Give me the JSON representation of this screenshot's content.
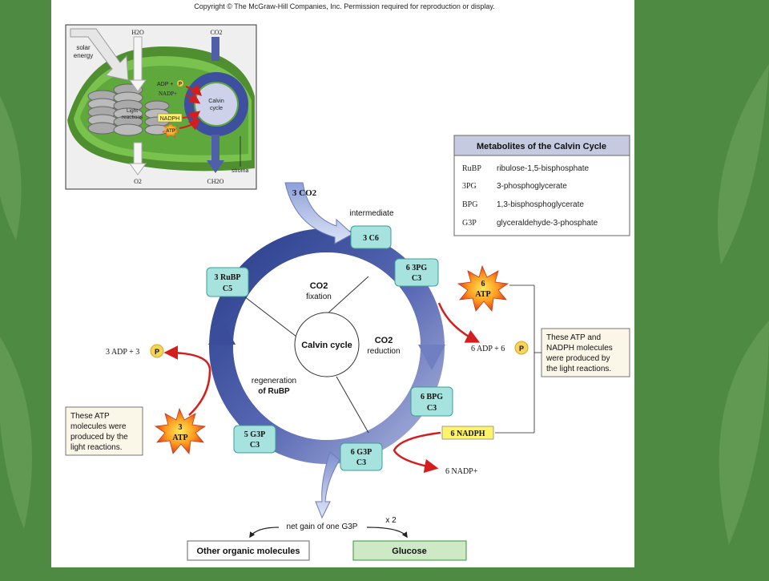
{
  "copyright": "Copyright © The McGraw-Hill Companies, Inc. Permission required for reproduction or display.",
  "inset": {
    "solar_energy": [
      "solar",
      "energy"
    ],
    "h2o": "H2O",
    "co2": "CO2",
    "adp_p": "ADP +",
    "p": "P",
    "nadp": "NADP+",
    "light_reactions": [
      "Light",
      "reactions"
    ],
    "nadph": "NADPH",
    "atp": "ATP",
    "calvin_cycle": [
      "Calvin",
      "cycle"
    ],
    "stroma": "stroma",
    "o2": "O2",
    "ch2o": "CH2O"
  },
  "metabolites": {
    "title": "Metabolites of the Calvin Cycle",
    "rows": [
      {
        "abbr": "RuBP",
        "name": "ribulose-1,5-bisphosphate"
      },
      {
        "abbr": "3PG",
        "name": "3-phosphoglycerate"
      },
      {
        "abbr": "BPG",
        "name": "1,3-bisphosphoglycerate"
      },
      {
        "abbr": "G3P",
        "name": "glyceraldehyde-3-phosphate"
      }
    ]
  },
  "cycle": {
    "co2_input": "3 CO2",
    "intermediate": "intermediate",
    "center": "Calvin cycle",
    "fixation": [
      "CO2",
      "fixation"
    ],
    "reduction": [
      "CO2",
      "reduction"
    ],
    "regeneration": [
      "regeneration",
      "of RuBP"
    ],
    "boxes": {
      "c6": [
        "3 C6"
      ],
      "pg": [
        "6 3PG",
        "C3"
      ],
      "bpg": [
        "6 BPG",
        "C3"
      ],
      "g3p6": [
        "6 G3P",
        "C3"
      ],
      "g3p5": [
        "5 G3P",
        "C3"
      ],
      "rubp": [
        "3 RuBP",
        "C5"
      ]
    },
    "atp_right": [
      "6",
      "ATP"
    ],
    "atp_left": [
      "3",
      "ATP"
    ],
    "adp_right": "6 ADP + 6",
    "adp_left": "3 ADP + 3",
    "p": "P",
    "nadph": "6 NADPH",
    "nadp": "6 NADP+",
    "note_right": [
      "These ATP and",
      "NADPH molecules",
      "were produced by",
      "the light reactions."
    ],
    "note_left": [
      "These ATP",
      "molecules were",
      "produced by the",
      "light reactions."
    ],
    "net_gain": "net gain of one G3P",
    "x2": "x 2",
    "other": "Other organic molecules",
    "glucose": "Glucose"
  }
}
